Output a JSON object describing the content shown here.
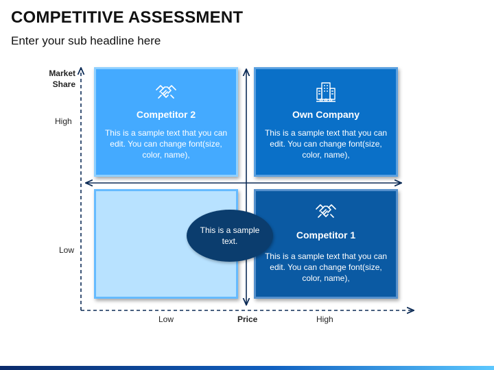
{
  "header": {
    "title": "COMPETITIVE ASSESSMENT",
    "subtitle": "Enter your sub headline here"
  },
  "axes": {
    "y_title": "Market Share",
    "y_high": "High",
    "y_low": "Low",
    "x_title": "Price",
    "x_low": "Low",
    "x_high": "High"
  },
  "quadrants": {
    "top_left": {
      "name": "Competitor 2",
      "text": "This is a sample text that you can edit. You can change font(size, color, name),",
      "icon": "handshake-icon",
      "color": "#44aaff"
    },
    "top_right": {
      "name": "Own Company",
      "text": "This is a sample text that you can edit. You can change font(size, color, name),",
      "icon": "office-building-icon",
      "color": "#0a70c8"
    },
    "bottom_left": {
      "color": "#b8e2ff"
    },
    "bottom_right": {
      "name": "Competitor 1",
      "text": "This is a sample text that you can edit. You can change font(size, color, name),",
      "icon": "handshake-icon",
      "color": "#0b5aa3"
    }
  },
  "center_note": {
    "text": "This is a sample text.",
    "color": "#0b3d6e"
  }
}
